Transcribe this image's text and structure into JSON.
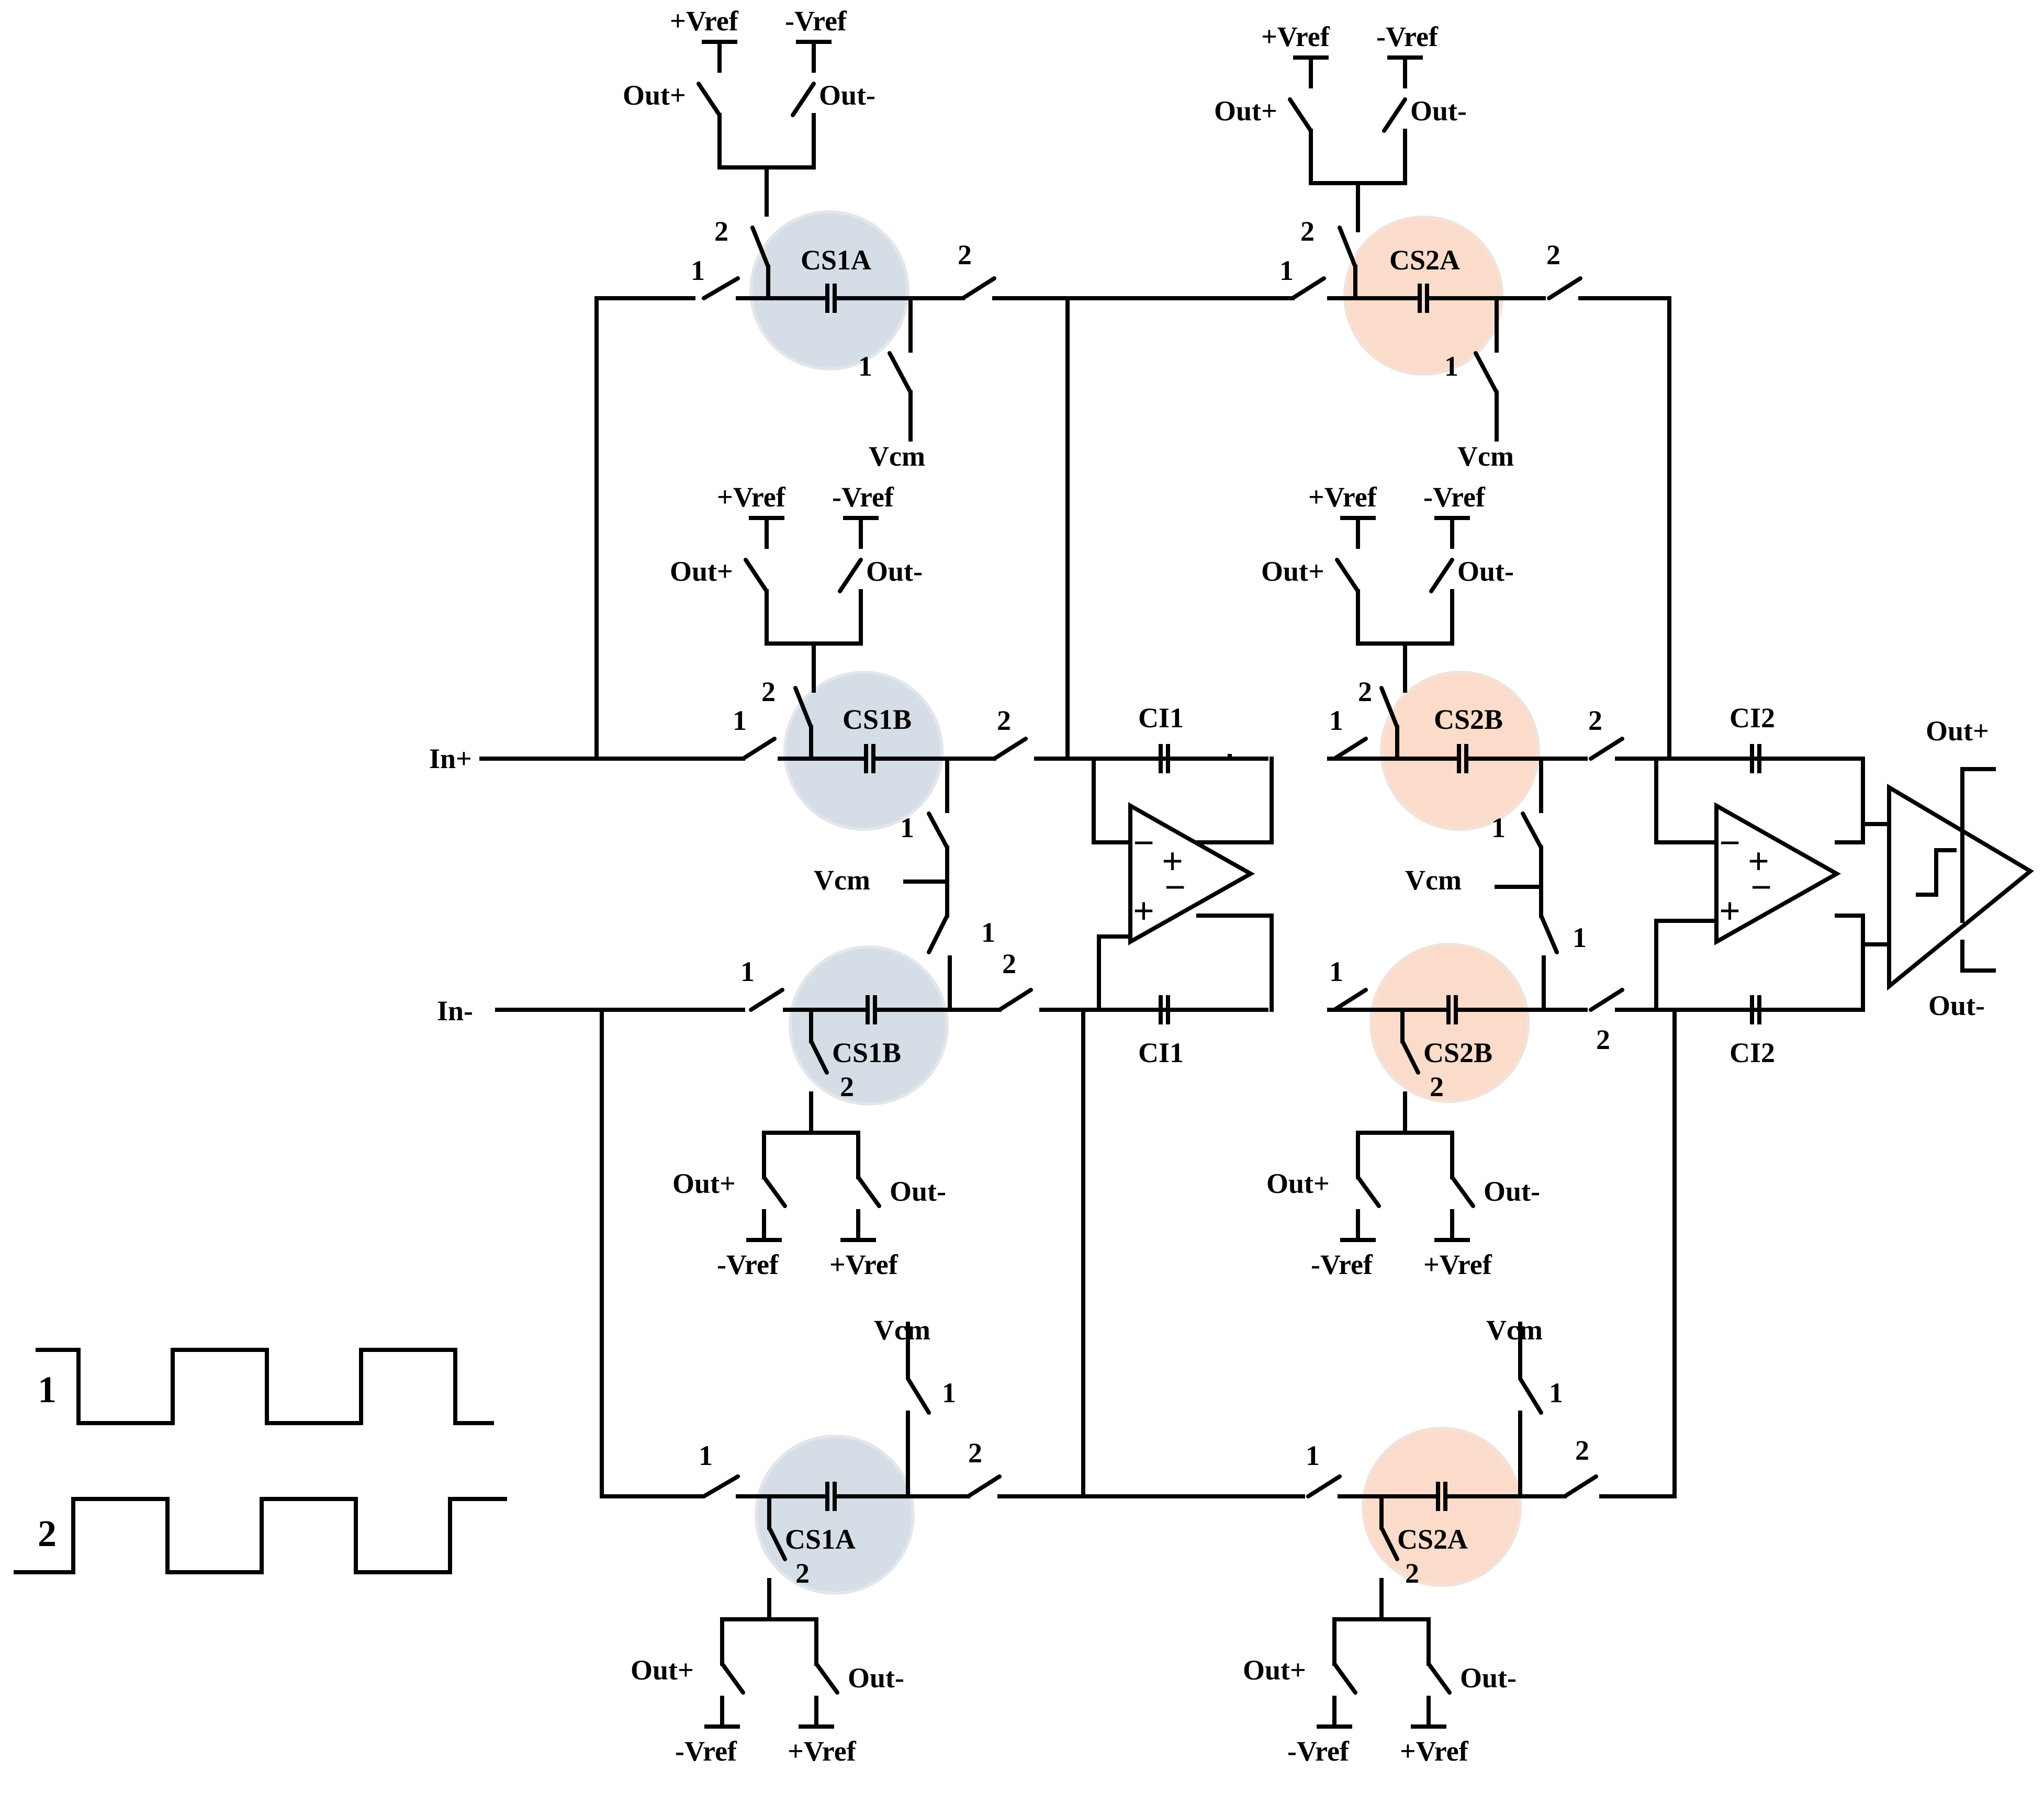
{
  "colors": {
    "stage1_cap_fill": "#d5dde6",
    "stage2_cap_fill": "#fbdccb",
    "wire": "#000000",
    "background": "#ffffff"
  },
  "labels": {
    "in_plus": "In+",
    "in_minus": "In-",
    "out_plus": "Out+",
    "out_minus": "Out-",
    "vcm": "Vcm",
    "pos_vref": "+Vref",
    "neg_vref": "-Vref",
    "ci1": "CI1",
    "ci2": "CI2",
    "cs1a": "CS1A",
    "cs1b": "CS1B",
    "cs2a": "CS2A",
    "cs2b": "CS2B",
    "phase1": "1",
    "phase2": "2",
    "minus_sign": "−",
    "plus_sign": "+"
  },
  "clock": {
    "phase1_label": "1",
    "phase2_label": "2"
  }
}
